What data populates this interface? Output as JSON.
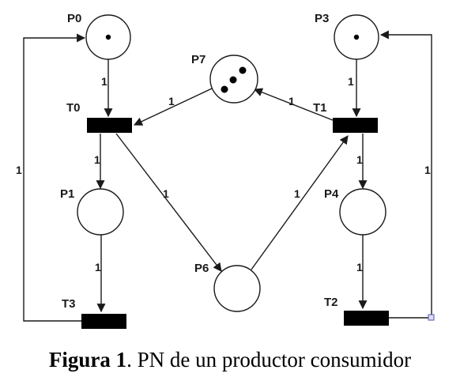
{
  "places": [
    {
      "id": "p0",
      "label": "P0",
      "tokens": 1
    },
    {
      "id": "p1",
      "label": "P1",
      "tokens": 0
    },
    {
      "id": "p3",
      "label": "P3",
      "tokens": 1
    },
    {
      "id": "p4",
      "label": "P4",
      "tokens": 0
    },
    {
      "id": "p6",
      "label": "P6",
      "tokens": 0
    },
    {
      "id": "p7",
      "label": "P7",
      "tokens": 3
    }
  ],
  "transitions": [
    {
      "id": "t0",
      "label": "T0"
    },
    {
      "id": "t1",
      "label": "T1"
    },
    {
      "id": "t2",
      "label": "T2"
    },
    {
      "id": "t3",
      "label": "T3"
    }
  ],
  "arcs": [
    {
      "from": "P0",
      "to": "T0",
      "weight": "1"
    },
    {
      "from": "P7",
      "to": "T0",
      "weight": "1"
    },
    {
      "from": "T1",
      "to": "P7",
      "weight": "1"
    },
    {
      "from": "P3",
      "to": "T1",
      "weight": "1"
    },
    {
      "from": "T0",
      "to": "P1",
      "weight": "1"
    },
    {
      "from": "T0",
      "to": "P6",
      "weight": "1"
    },
    {
      "from": "P6",
      "to": "T1",
      "weight": "1"
    },
    {
      "from": "T1",
      "to": "P4",
      "weight": "1"
    },
    {
      "from": "P1",
      "to": "T3",
      "weight": "1"
    },
    {
      "from": "P4",
      "to": "T2",
      "weight": "1"
    },
    {
      "from": "T3",
      "to": "P0",
      "weight": "1"
    },
    {
      "from": "T2",
      "to": "P3",
      "weight": "1"
    }
  ],
  "caption": {
    "label": "Figura 1",
    "text": ". PN de un productor consumidor"
  }
}
